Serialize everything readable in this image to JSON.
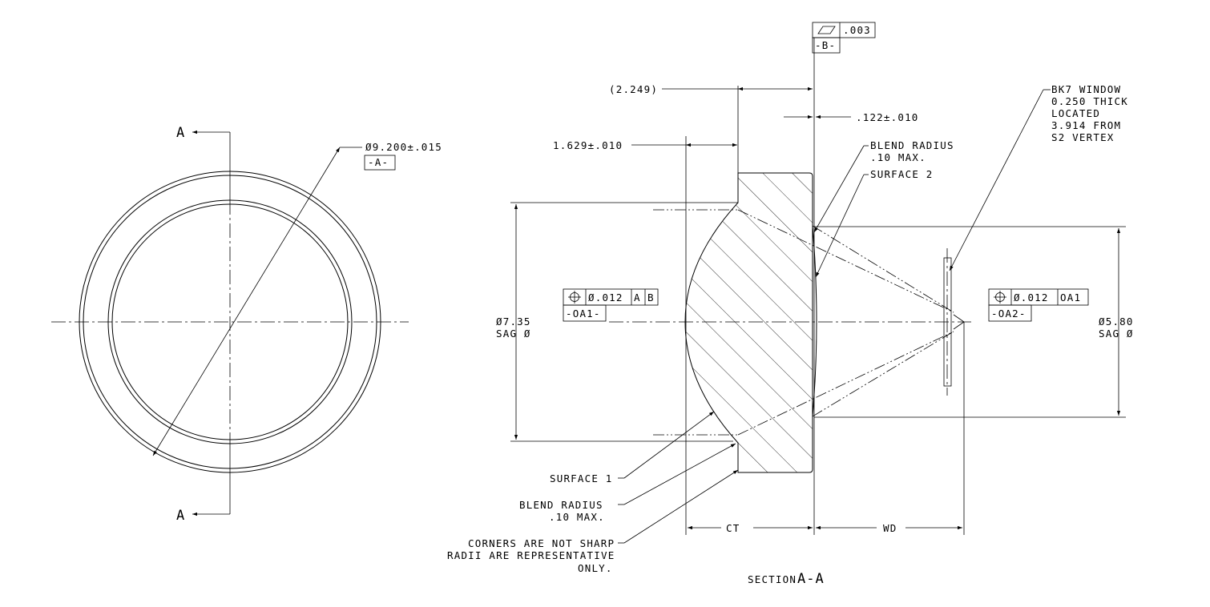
{
  "front_view": {
    "section_letter": "A",
    "diameter_dim": "Ø9.200±.015",
    "datum_a": "-A-"
  },
  "flatness_fcf": {
    "tolerance": ".003",
    "datum_b": "-B-"
  },
  "dimensions": {
    "ref_length": "(2.249)",
    "edge_thickness": "1.629±.010",
    "offset": ".122±.010",
    "sag_dia_1_value": "Ø7.35",
    "sag_dia_1_label": "SAG Ø",
    "sag_dia_2_value": "Ø5.80",
    "sag_dia_2_label": "SAG Ø",
    "ct": "CT",
    "wd": "WD"
  },
  "notes": {
    "blend_radius_top_1": "BLEND RADIUS",
    "blend_radius_top_2": ".10 MAX.",
    "surface_2": "SURFACE 2",
    "window_1": "BK7 WINDOW",
    "window_2": "0.250 THICK",
    "window_3": "LOCATED",
    "window_4": "3.914 FROM",
    "window_5": "S2 VERTEX",
    "surface_1": "SURFACE 1",
    "blend_radius_bot_1": "BLEND RADIUS",
    "blend_radius_bot_2": ".10 MAX.",
    "corners_1": "CORNERS ARE NOT SHARP",
    "corners_2": "RADII ARE REPRESENTATIVE",
    "corners_3": "ONLY."
  },
  "position_fcf_left": {
    "symbol": "⌖",
    "tolerance": "Ø.012",
    "ref_1": "A",
    "ref_2": "B",
    "datum": "-OA1-"
  },
  "position_fcf_right": {
    "symbol": "⌖",
    "tolerance": "Ø.012",
    "ref_1": "OA1",
    "datum": "-OA2-"
  },
  "section_title": {
    "prefix": "SECTION",
    "name": "A-A"
  }
}
